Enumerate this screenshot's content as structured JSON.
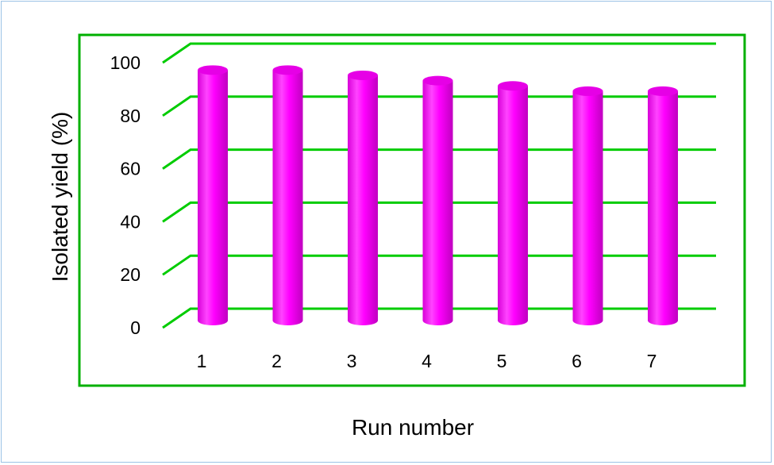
{
  "chart_data": {
    "type": "bar",
    "style": "3d-cylinder",
    "categories": [
      "1",
      "2",
      "3",
      "4",
      "5",
      "6",
      "7"
    ],
    "values": [
      95,
      95,
      93,
      91,
      89,
      87,
      87
    ],
    "xlabel": "Run number",
    "ylabel": "Isolated yield (%)",
    "ylim": [
      0,
      100
    ],
    "yticks": [
      "0",
      "20",
      "40",
      "60",
      "80",
      "100"
    ],
    "grid": true,
    "legend": "none",
    "colors": {
      "bar": "#ff00ff",
      "bar_top": "#e600e6",
      "bar_shadow": "#cc00cc",
      "gridline": "#00cc00",
      "plot_border": "#00b000",
      "frame_border": "#9cc3e6"
    }
  }
}
